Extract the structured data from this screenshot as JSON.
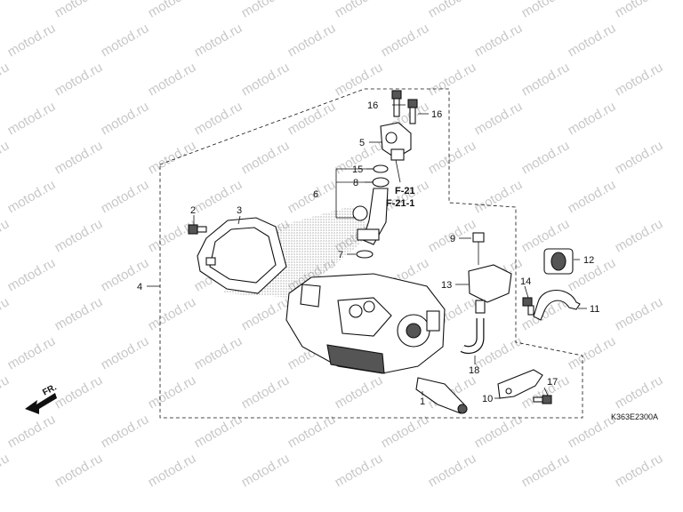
{
  "watermark": {
    "text": "motod.ru",
    "color": "#c8c8c8"
  },
  "diagram": {
    "code": "K363E2300A",
    "front_label": "FR.",
    "references": [
      "F-21",
      "F-21-1"
    ],
    "callouts": [
      {
        "id": "c1",
        "label": "1"
      },
      {
        "id": "c2",
        "label": "2"
      },
      {
        "id": "c3",
        "label": "3"
      },
      {
        "id": "c4",
        "label": "4"
      },
      {
        "id": "c5",
        "label": "5"
      },
      {
        "id": "c6",
        "label": "6"
      },
      {
        "id": "c7",
        "label": "7"
      },
      {
        "id": "c8",
        "label": "8"
      },
      {
        "id": "c9",
        "label": "9"
      },
      {
        "id": "c10",
        "label": "10"
      },
      {
        "id": "c11",
        "label": "11"
      },
      {
        "id": "c12",
        "label": "12"
      },
      {
        "id": "c13",
        "label": "13"
      },
      {
        "id": "c14",
        "label": "14"
      },
      {
        "id": "c15",
        "label": "15"
      },
      {
        "id": "c16a",
        "label": "16"
      },
      {
        "id": "c16b",
        "label": "16"
      },
      {
        "id": "c17",
        "label": "17"
      },
      {
        "id": "c18",
        "label": "18"
      }
    ]
  }
}
